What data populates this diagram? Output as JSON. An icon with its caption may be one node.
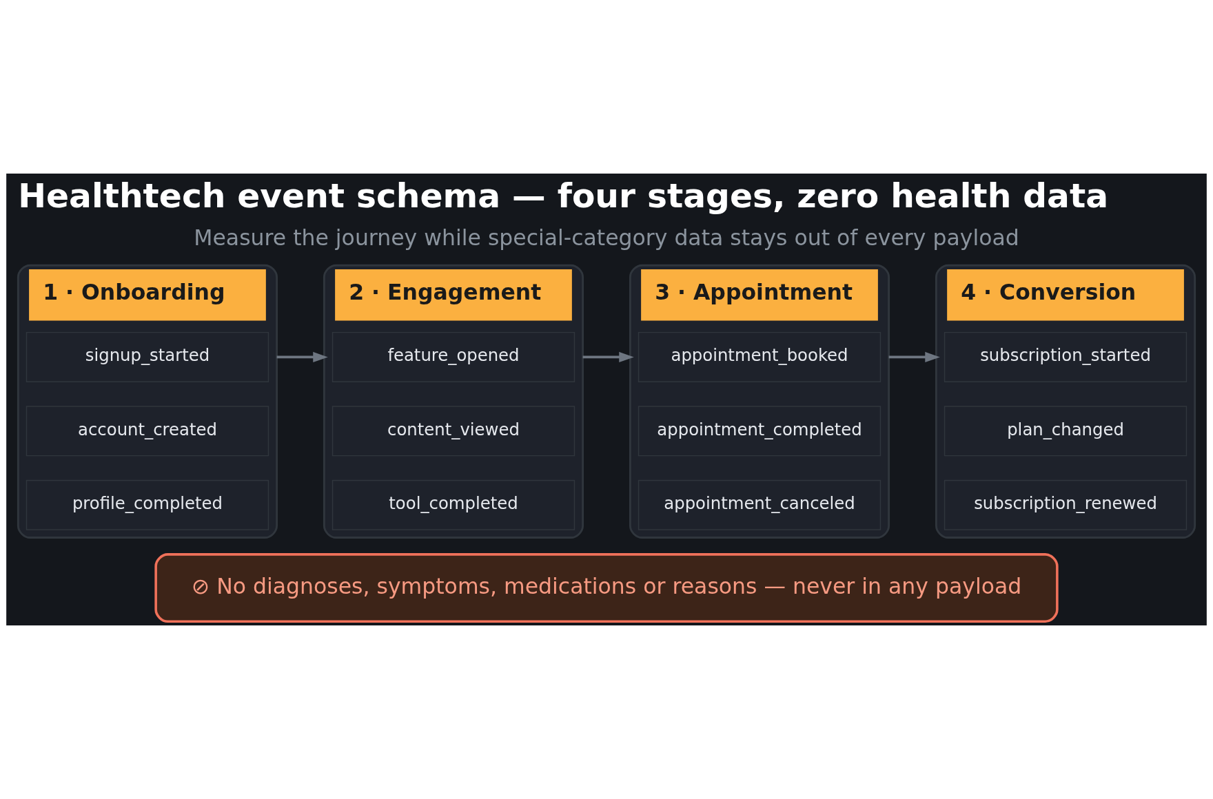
{
  "diagram": {
    "title": "Healthtech event schema — four stages, zero health data",
    "nodes": [
      {
        "text": [
          "1 · Onboarding"
        ]
      },
      {
        "text": [
          "signup_started"
        ],
        "in": 0
      },
      {
        "text": [
          "account_created"
        ],
        "in": 0
      },
      {
        "text": [
          "profile_completed"
        ],
        "in": 0
      },
      {
        "text": [
          "2 · Engagement"
        ]
      },
      {
        "text": [
          "feature_opened"
        ],
        "in": 4
      },
      {
        "text": [
          "content_viewed"
        ],
        "in": 4
      },
      {
        "text": [
          "tool_completed"
        ],
        "in": 4
      },
      {
        "text": [
          "3 · Appointment"
        ]
      },
      {
        "text": [
          "appointment_booked"
        ],
        "in": 8
      },
      {
        "text": [
          "appointment_completed"
        ],
        "in": 8
      },
      {
        "text": [
          "appointment_canceled"
        ],
        "in": 8
      },
      {
        "text": [
          "4 · Conversion"
        ]
      },
      {
        "text": [
          "subscription_started"
        ],
        "in": 12
      },
      {
        "text": [
          "plan_changed"
        ],
        "in": 12
      },
      {
        "text": [
          "subscription_renewed"
        ],
        "in": 12
      },
      {
        "text": [
          "⊘ No diagnoses, symptoms, medications or reasons — never in any payload"
        ]
      }
    ],
    "edges": [
      {
        "from": 0,
        "to": 4,
        "arrow": "to"
      },
      {
        "from": 4,
        "to": 8,
        "arrow": "to"
      },
      {
        "from": 8,
        "to": 12,
        "arrow": "to"
      }
    ],
    "labels": [
      "Measure the journey while special-category data stays out of every payload"
    ]
  }
}
